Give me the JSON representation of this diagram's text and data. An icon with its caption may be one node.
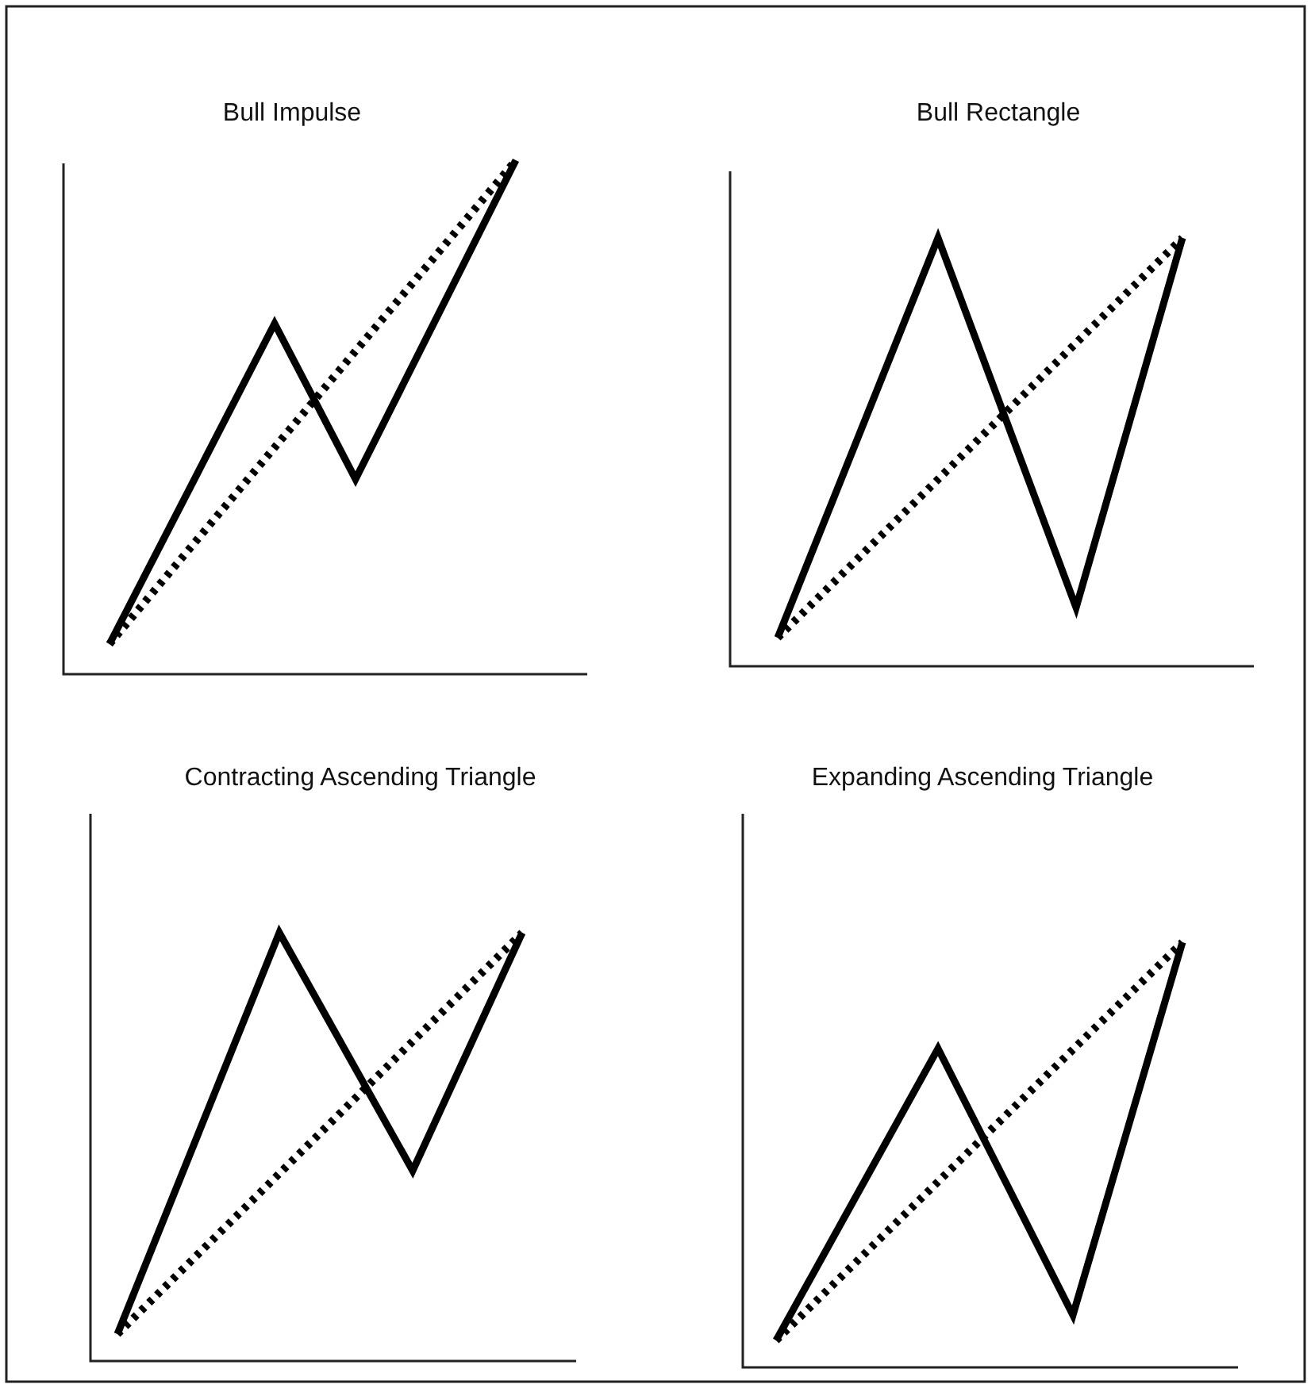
{
  "diagram": {
    "labels": [
      "Bull Impulse",
      "Bull Rectangle",
      "Contracting Ascending Triangle",
      "Expanding Ascending Triangle"
    ]
  }
}
